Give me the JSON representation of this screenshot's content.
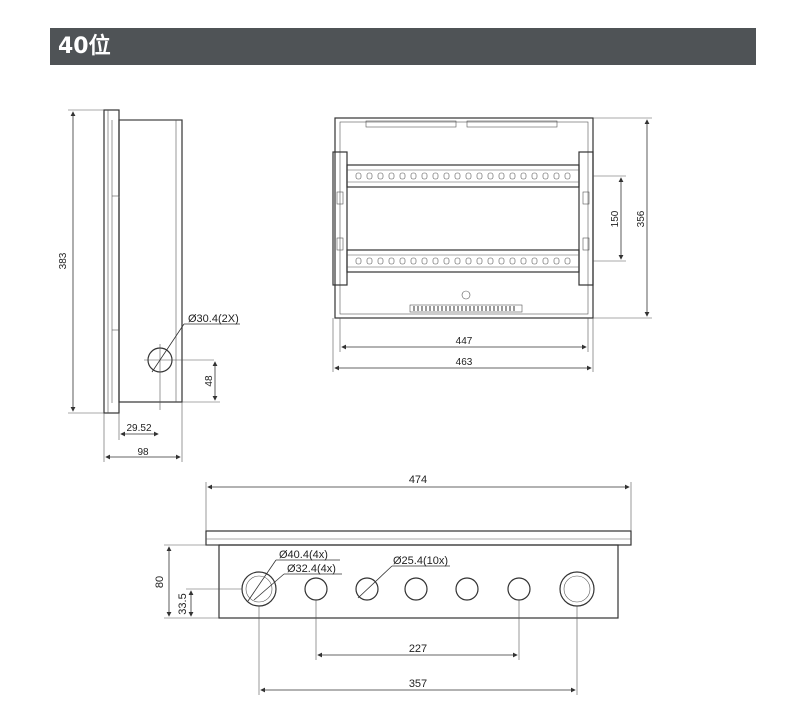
{
  "title": "40位",
  "side_view": {
    "height": "383",
    "hole_dia": "Ø30.4(2X)",
    "hole_offset": "48",
    "depth_to_hole": "29.52",
    "depth": "98"
  },
  "front_view": {
    "inner_height": "356",
    "rail_spacing": "150",
    "inner_width": "447",
    "outer_width": "463"
  },
  "bottom_view": {
    "overall_width": "474",
    "large_holes": "Ø40.4(4x)",
    "medium_holes": "Ø32.4(4x)",
    "small_holes": "Ø25.4(10x)",
    "height": "80",
    "hole_height": "33.5",
    "small_span": "227",
    "large_span": "357"
  }
}
